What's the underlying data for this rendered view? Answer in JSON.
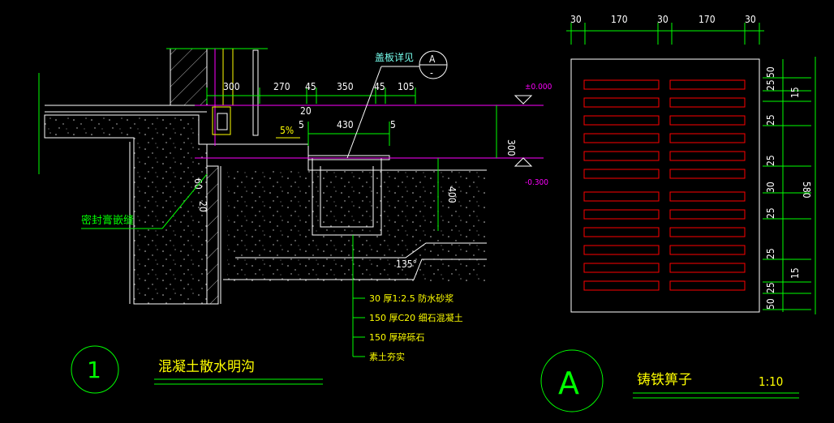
{
  "section": {
    "dims_top": [
      "300",
      "270",
      "45",
      "350",
      "45",
      "105"
    ],
    "dim_20_top": "20",
    "dim_5_left": "5",
    "dim_430": "430",
    "dim_5_right": "5",
    "slope": "5%",
    "cover_note": "盖板详见",
    "ref_letter": "A",
    "ref_sub": "-",
    "level_top": "±0.000",
    "level_bottom": "-0.300",
    "dim_300": "300",
    "dim_400": "400",
    "dim_60": "60",
    "dim_20_side": "20",
    "seal_label": "密封膏嵌缝",
    "angle": "135°",
    "layers": [
      "30  厚1:2.5  防水砂浆",
      "150  厚C20  细石混凝土",
      "150  厚碎砾石",
      "素土夯实"
    ],
    "number": "1",
    "title": "混凝土散水明沟"
  },
  "grate": {
    "dims_top": [
      "30",
      "170",
      "30",
      "170",
      "30"
    ],
    "dims_right": [
      "50",
      "25",
      "15",
      "25",
      "25",
      "30",
      "25",
      "25",
      "15",
      "25",
      "50"
    ],
    "total": "580",
    "letter": "A",
    "title": "铸铁箅子",
    "scale": "1:10"
  },
  "colors": {
    "line": "#ffffff",
    "green": "#00ff00",
    "cyan": "#00ffff",
    "yellow": "#ffff00",
    "red": "#ff0000",
    "magenta": "#ff00ff"
  }
}
